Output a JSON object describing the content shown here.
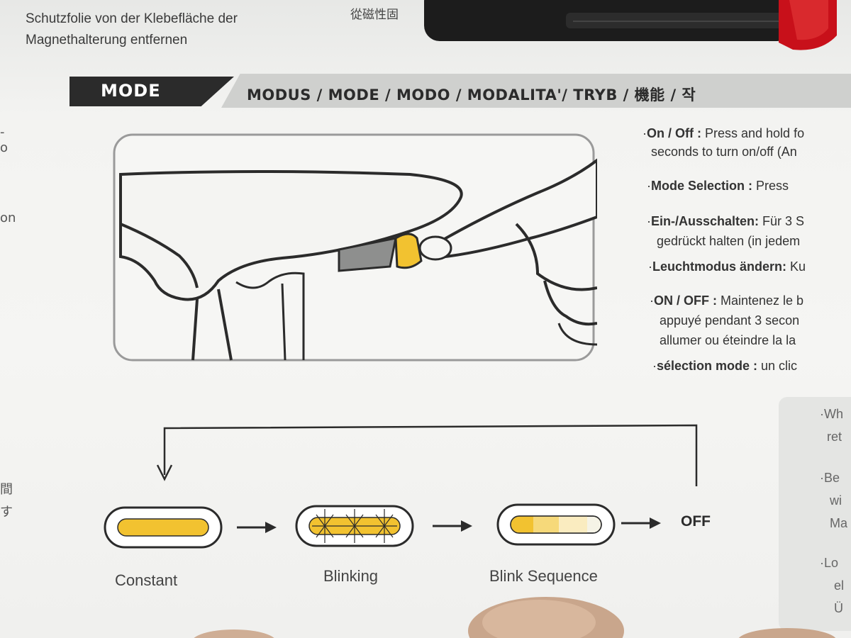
{
  "top_text": {
    "german_line1": "Schutzfolie von der Klebefläche der",
    "german_line2": "Magnethalterung entfernen",
    "cjk_fragment": "從磁性固"
  },
  "section": {
    "title": "MODE",
    "languages": "MODUS / MODE / MODO / MODALITA'/ TRYB / 機能 / 작"
  },
  "left_edge": {
    "line1": "-",
    "line2": "o",
    "line3": "on",
    "line4": "間",
    "line5": "す"
  },
  "instructions": [
    {
      "bullet": "·",
      "label": "On / Off :",
      "text": " Press and hold fo"
    },
    {
      "bullet": "",
      "label": "",
      "text": "seconds to turn on/off (An"
    },
    {
      "bullet": "·",
      "label": "Mode Selection :",
      "text": " Press"
    },
    {
      "bullet": "·",
      "label": "Ein-/Ausschalten:",
      "text": " Für 3 S"
    },
    {
      "bullet": "",
      "label": "",
      "text": "gedrückt halten (in jedem"
    },
    {
      "bullet": "·",
      "label": "Leuchtmodus ändern:",
      "text": " Ku"
    },
    {
      "bullet": "·",
      "label": "ON / OFF :",
      "text": " Maintenez le b"
    },
    {
      "bullet": "",
      "label": "",
      "text": "appuyé pendant 3 secon"
    },
    {
      "bullet": "",
      "label": "",
      "text": "allumer ou éteindre la la"
    },
    {
      "bullet": "·",
      "label": "sélection mode :",
      "text": " un clic"
    }
  ],
  "side_notes": [
    {
      "bullet": "·",
      "text": "Wh"
    },
    {
      "bullet": "",
      "text": "ret"
    },
    {
      "bullet": "·",
      "text": "Be"
    },
    {
      "bullet": "",
      "text": "wi"
    },
    {
      "bullet": "",
      "text": "Ma"
    },
    {
      "bullet": "·",
      "text": "Lo"
    },
    {
      "bullet": "",
      "text": "el"
    },
    {
      "bullet": "",
      "text": "Ü"
    }
  ],
  "modes": {
    "constant": "Constant",
    "blinking": "Blinking",
    "blink_sequence": "Blink Sequence",
    "off": "OFF"
  },
  "colors": {
    "led_yellow": "#f2c230",
    "ink": "#2b2b2b",
    "banner_dark": "#2b2b2b",
    "banner_light": "#cfd0ce",
    "tail_light_red": "#c8101a"
  }
}
